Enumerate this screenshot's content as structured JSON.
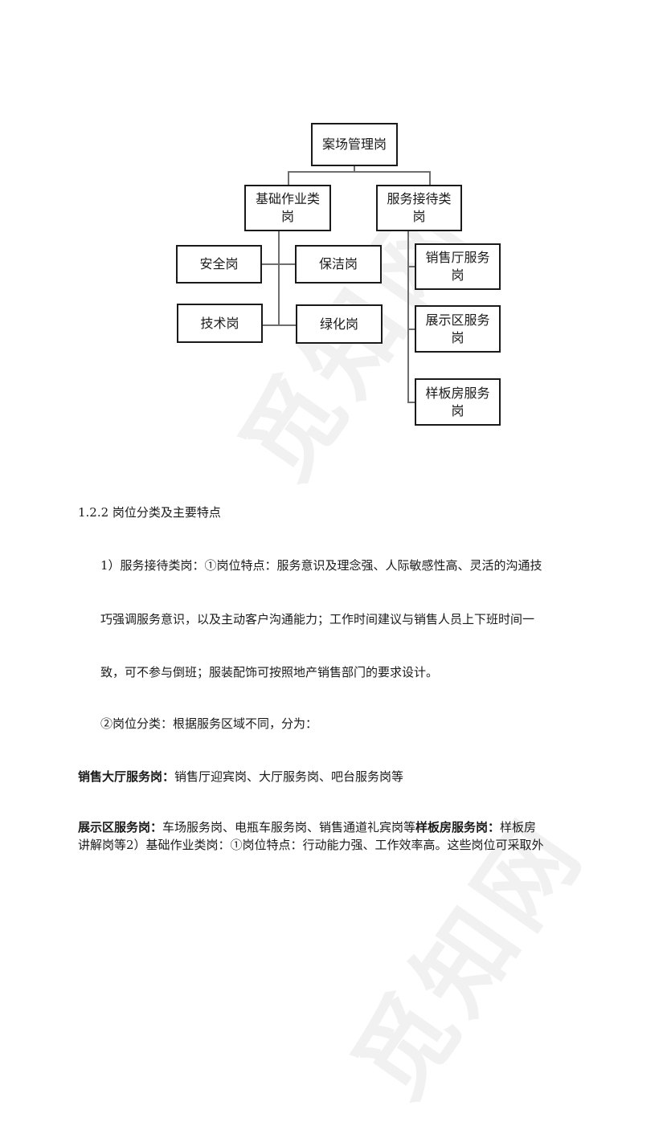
{
  "watermark": "觅知网",
  "org_chart": {
    "root": "案场管理岗",
    "branches": [
      {
        "label_line1": "基础作业类",
        "label_line2": "岗",
        "children": [
          "安全岗",
          "保洁岗",
          "技术岗",
          "绿化岗"
        ]
      },
      {
        "label_line1": "服务接待类",
        "label_line2": "岗",
        "children": [
          {
            "line1": "销售厅服务",
            "line2": "岗"
          },
          {
            "line1": "展示区服务",
            "line2": "岗"
          },
          {
            "line1": "样板房服务",
            "line2": "岗"
          }
        ]
      }
    ]
  },
  "section": {
    "heading": "1.2.2 岗位分类及主要特点",
    "paragraphs": [
      "1）服务接待类岗：①岗位特点：服务意识及理念强、人际敏感性高、灵活的沟通技",
      "巧强调服务意识，以及主动客户沟通能力；工作时间建议与销售人员上下班时间一",
      "致，可不参与倒班；服装配饰可按照地产销售部门的要求设计。",
      "②岗位分类：根据服务区域不同，分为："
    ],
    "sales_hall": {
      "label": "销售大厅服务岗：",
      "text": "销售厅迎宾岗、大厅服务岗、吧台服务岗等"
    },
    "exhibition": {
      "label": "展示区服务岗：",
      "text": "车场服务岗、电瓶车服务岗、销售通道礼宾岗等",
      "label2": "样板房服务岗：",
      "text2": "样板房",
      "line2": "讲解岗等2）基础作业类岗：①岗位特点：行动能力强、工作效率高。这些岗位可采取外"
    }
  }
}
